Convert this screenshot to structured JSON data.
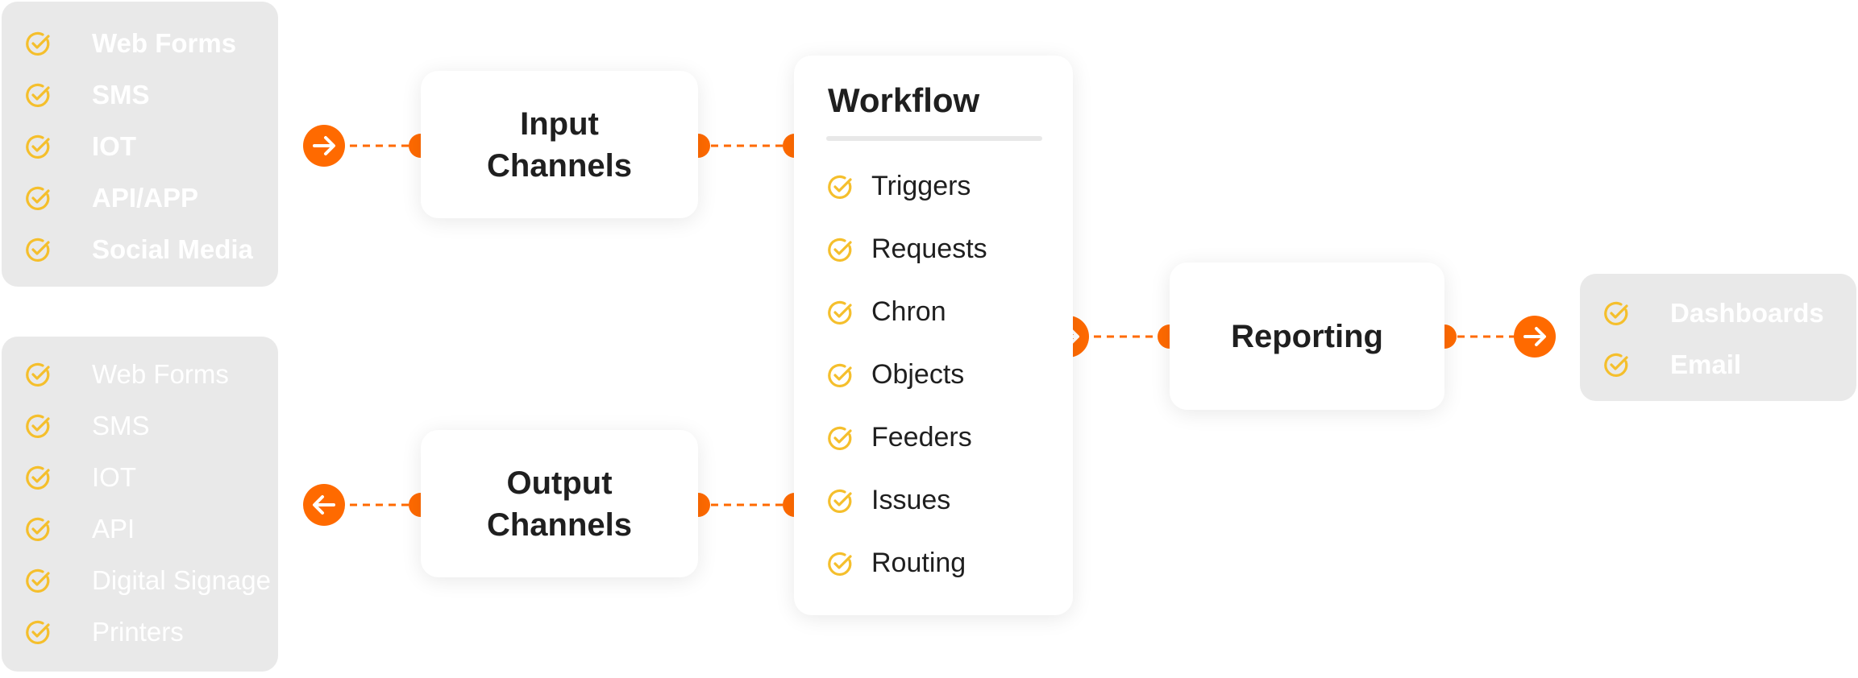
{
  "colors": {
    "accent": "#ff6a00",
    "check": "#f5bf2c",
    "panel": "#e9e9e9",
    "text": "#1f1f1f"
  },
  "input_sources": {
    "items": [
      {
        "label": "Web Forms",
        "icon": "check-circle-icon"
      },
      {
        "label": "SMS",
        "icon": "check-circle-icon"
      },
      {
        "label": "IOT",
        "icon": "check-circle-icon"
      },
      {
        "label": "API/APP",
        "icon": "check-circle-icon"
      },
      {
        "label": "Social Media",
        "icon": "check-circle-icon"
      }
    ]
  },
  "output_targets": {
    "items": [
      {
        "label": "Web Forms",
        "icon": "check-circle-icon"
      },
      {
        "label": "SMS",
        "icon": "check-circle-icon"
      },
      {
        "label": "IOT",
        "icon": "check-circle-icon"
      },
      {
        "label": "API",
        "icon": "check-circle-icon"
      },
      {
        "label": "Digital Signage",
        "icon": "check-circle-icon"
      },
      {
        "label": "Printers",
        "icon": "check-circle-icon"
      }
    ]
  },
  "input_channels": {
    "label": "Input\nChannels"
  },
  "output_channels": {
    "label": "Output\nChannels"
  },
  "workflow": {
    "title": "Workflow",
    "items": [
      {
        "label": "Triggers",
        "icon": "check-circle-icon"
      },
      {
        "label": "Requests",
        "icon": "check-circle-icon"
      },
      {
        "label": "Chron",
        "icon": "check-circle-icon"
      },
      {
        "label": "Objects",
        "icon": "check-circle-icon"
      },
      {
        "label": "Feeders",
        "icon": "check-circle-icon"
      },
      {
        "label": "Issues",
        "icon": "check-circle-icon"
      },
      {
        "label": "Routing",
        "icon": "check-circle-icon"
      }
    ]
  },
  "reporting": {
    "label": "Reporting"
  },
  "report_targets": {
    "items": [
      {
        "label": "Dashboards",
        "icon": "check-circle-icon"
      },
      {
        "label": "Email",
        "icon": "check-circle-icon"
      }
    ]
  },
  "connectors": {
    "arrow_icons": [
      "arrow-right-icon",
      "arrow-left-icon"
    ],
    "dot_icon": "connector-dot-icon"
  }
}
